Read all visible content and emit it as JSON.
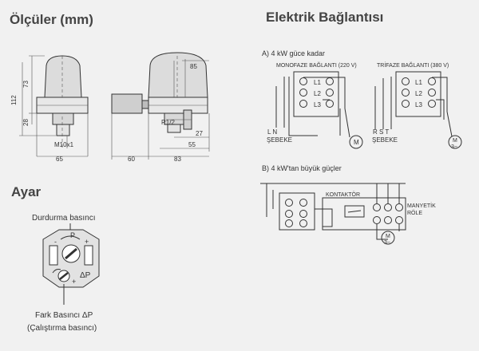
{
  "headings": {
    "dimensions": "Ölçüler (mm)",
    "electrical": "Elektrik Bağlantısı",
    "adjust": "Ayar"
  },
  "dimension_labels": {
    "d85": "85",
    "d73": "73",
    "d112": "112",
    "d28": "28",
    "d27": "27",
    "d55": "55",
    "d65": "65",
    "d60": "60",
    "d83": "83",
    "thread": "M10x1",
    "pipe": "R1/2"
  },
  "section_a": {
    "title": "A) 4 kW güce kadar",
    "mono_label": "MONOFAZE BAĞLANTI (220 V)",
    "tri_label": "TRİFAZE BAĞLANTI (380 V)",
    "terminals": [
      "L1",
      "L2",
      "L3"
    ],
    "mono_lines": "L    N",
    "mono_network": "ŞEBEKE",
    "tri_lines": "R   S   T",
    "tri_network": "ŞEBEKE",
    "motor_1": "M",
    "motor_3": "M",
    "motor_3_sub": "3~"
  },
  "section_b": {
    "title": "B) 4 kW'tan büyük güçler",
    "contactor": "KONTAKTÖR",
    "relay_1": "MANYETİK",
    "relay_2": "RÖLE",
    "motor": "M",
    "motor_sub": "3~"
  },
  "adjust": {
    "stop_pressure": "Durdurma basıncı",
    "p_label": "P",
    "delta_p": "ΔP",
    "diff_pressure": "Fark Basıncı  ΔP",
    "start_pressure": "(Çalıştırma basıncı)",
    "plus": "+",
    "minus": "-"
  },
  "colors": {
    "background": "#f1f1f1",
    "line": "#333333",
    "heading": "#444444"
  }
}
